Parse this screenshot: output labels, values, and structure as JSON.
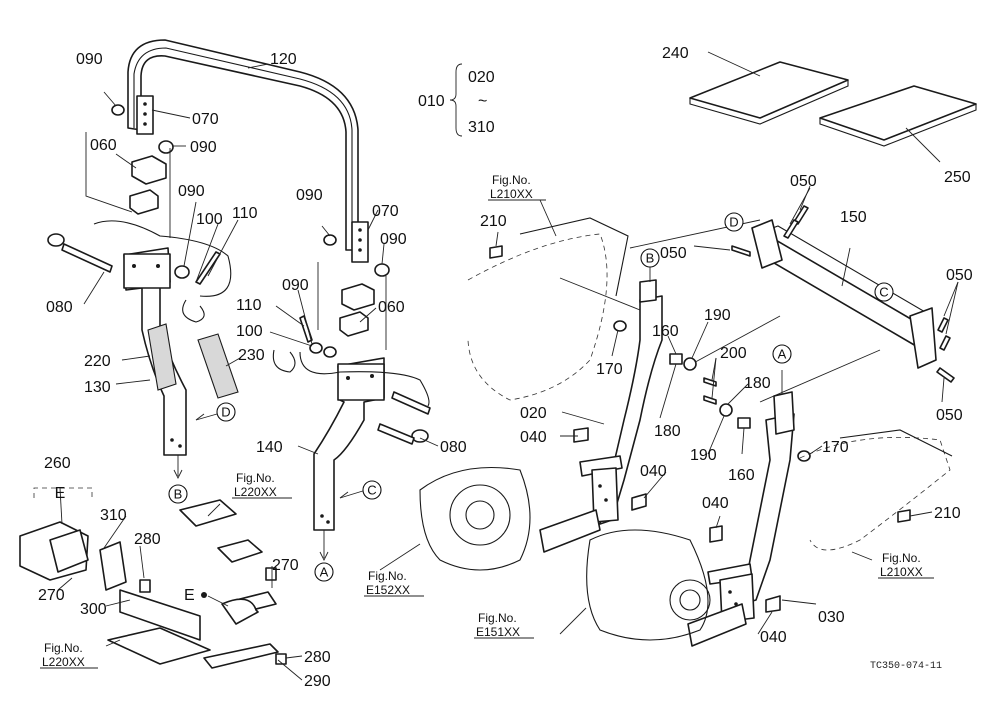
{
  "diagram": {
    "drawing_code": "TC350-074-11",
    "range": {
      "label": "010",
      "from": "020",
      "tilde": "~",
      "to": "310"
    },
    "part_labels": {
      "p090a": "090",
      "p070a": "070",
      "p120": "120",
      "p060a": "060",
      "p090b": "090",
      "p090c": "090",
      "p100a": "100",
      "p110a": "110",
      "p080a": "080",
      "p220": "220",
      "p130": "130",
      "p230": "230",
      "p090d": "090",
      "p070b": "070",
      "p090e": "090",
      "p090f": "090",
      "p060b": "060",
      "p110b": "110",
      "p100b": "100",
      "p140": "140",
      "p080b": "080",
      "p240": "240",
      "p250": "250",
      "p210a": "210",
      "p170a": "170",
      "p050a": "050",
      "p150": "150",
      "p050b": "050",
      "p050c": "050",
      "p050d": "050",
      "p160a": "160",
      "p190a": "190",
      "p200": "200",
      "p180a": "180",
      "p180b": "180",
      "p020": "020",
      "p040a": "040",
      "p040b": "040",
      "p190b": "190",
      "p160b": "160",
      "p170b": "170",
      "p040c": "040",
      "p210b": "210",
      "p030": "030",
      "p040d": "040",
      "p260": "260",
      "p310b": "310",
      "p280a": "280",
      "p270a": "270",
      "p300": "300",
      "p270b": "270",
      "p280b": "280",
      "p290": "290"
    },
    "view_label": "E",
    "e_marker": "E",
    "connectors": {
      "A1": "A",
      "A2": "A",
      "B1": "B",
      "B2": "B",
      "C1": "C",
      "C2": "C",
      "D1": "D",
      "D2": "D"
    },
    "fig_refs": {
      "f1": {
        "caption": "Fig.No.",
        "code": "L220XX"
      },
      "f2": {
        "caption": "Fig.No.",
        "code": "L210XX"
      },
      "f3": {
        "caption": "Fig.No.",
        "code": "L210XX"
      },
      "f4": {
        "caption": "Fig.No.",
        "code": "E152XX"
      },
      "f5": {
        "caption": "Fig.No.",
        "code": "E151XX"
      },
      "f6": {
        "caption": "Fig.No.",
        "code": "L220XX"
      }
    }
  }
}
